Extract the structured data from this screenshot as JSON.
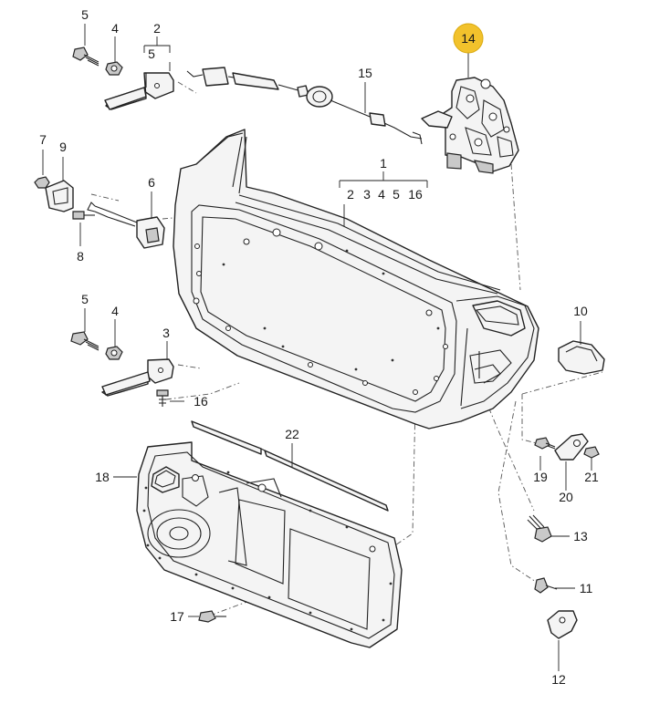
{
  "labels": {
    "p1": "1",
    "group1": [
      "2",
      "3",
      "4",
      "5",
      "16"
    ],
    "p2": "2",
    "p2_sub": "5",
    "p3": "3",
    "p4_top": "4",
    "p4_mid": "4",
    "p5_top": "5",
    "p5_mid": "5",
    "p6": "6",
    "p7": "7",
    "p8": "8",
    "p9": "9",
    "p10": "10",
    "p11": "11",
    "p12": "12",
    "p13": "13",
    "p14": "14",
    "p15": "15",
    "p16": "16",
    "p17": "17",
    "p18": "18",
    "p19": "19",
    "p20": "20",
    "p21": "21",
    "p22": "22"
  },
  "colors": {
    "highlight": "#f2c22c",
    "line": "#222222"
  }
}
